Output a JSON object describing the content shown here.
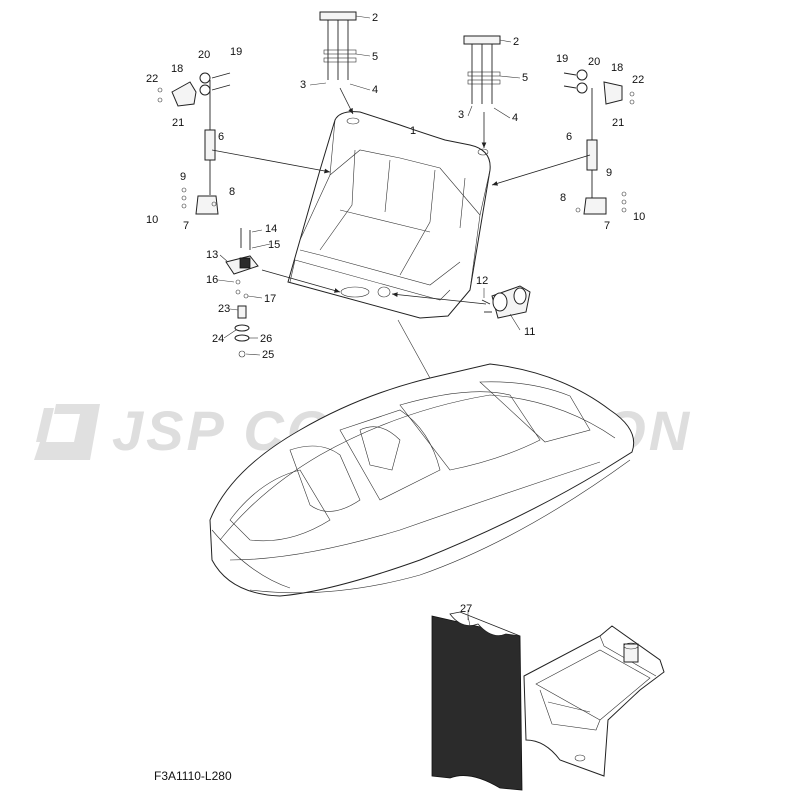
{
  "watermark": {
    "text": "JSP CORPORATION"
  },
  "figure_code": "F3A1110-L280",
  "callouts": {
    "c1": "1",
    "c2a": "2",
    "c2b": "2",
    "c3a": "3",
    "c3b": "3",
    "c4a": "4",
    "c4b": "4",
    "c5a": "5",
    "c5b": "5",
    "c6a": "6",
    "c6b": "6",
    "c7a": "7",
    "c7b": "7",
    "c8a": "8",
    "c8b": "8",
    "c9a": "9",
    "c9b": "9",
    "c10a": "10",
    "c10b": "10",
    "c11": "11",
    "c12": "12",
    "c13": "13",
    "c14": "14",
    "c15": "15",
    "c16": "16",
    "c17": "17",
    "c18a": "18",
    "c18b": "18",
    "c19a": "19",
    "c19b": "19",
    "c20a": "20",
    "c20b": "20",
    "c21a": "21",
    "c21b": "21",
    "c22a": "22",
    "c22b": "22",
    "c23": "23",
    "c24": "24",
    "c25": "25",
    "c26": "26",
    "c27": "27"
  },
  "colors": {
    "watermark": "#dedede",
    "line": "#222222",
    "mat": "#2b2b2b"
  }
}
